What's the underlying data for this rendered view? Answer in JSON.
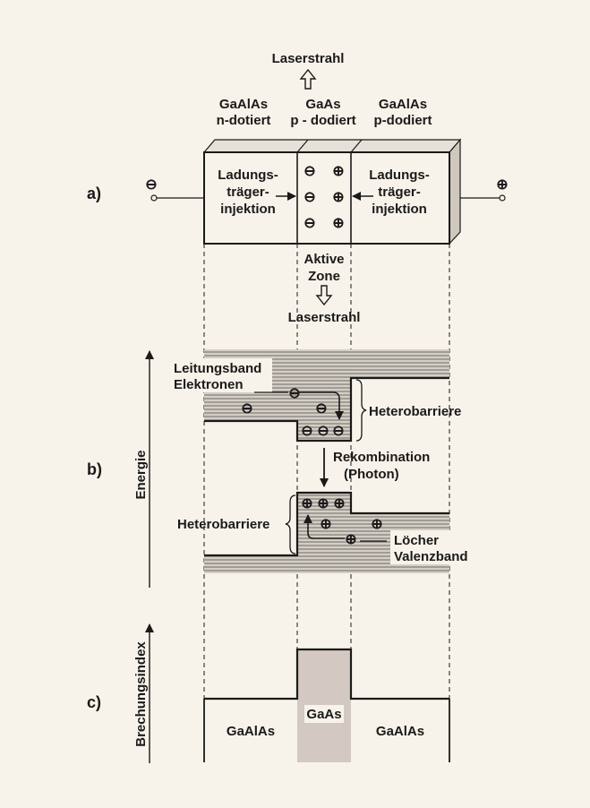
{
  "colors": {
    "background": "#f7f3ea",
    "ink": "#1a1a1a",
    "shade": "#c9c3b9",
    "active_zone_fill": "#d3c9c2"
  },
  "part_a": {
    "label": "a)",
    "laser_top": "Laserstrahl",
    "laser_bottom": "Laserstrahl",
    "col_left_l1": "GaAlAs",
    "col_left_l2": "n-dotiert",
    "col_mid_l1": "GaAs",
    "col_mid_l2": "p - dodiert",
    "col_right_l1": "GaAlAs",
    "col_right_l2": "p-dodiert",
    "inj_left_l1": "Ladungs-",
    "inj_left_l2": "träger-",
    "inj_left_l3": "injektion",
    "inj_right_l1": "Ladungs-",
    "inj_right_l2": "träger-",
    "inj_right_l3": "injektion",
    "active_l1": "Aktive",
    "active_l2": "Zone",
    "minus": "⊖",
    "plus": "⊕"
  },
  "part_b": {
    "label": "b)",
    "axis": "Energie",
    "conduction_l1": "Leitungsband",
    "conduction_l2": "Elektronen",
    "heterobarrier_right": "Heterobarriere",
    "recomb_l1": "Rekombination",
    "recomb_l2": "(Photon)",
    "heterobarrier_left": "Heterobarriere",
    "holes_l1": "Löcher",
    "holes_l2": "Valenzband"
  },
  "part_c": {
    "label": "c)",
    "axis": "Brechungsindex",
    "left": "GaAlAs",
    "mid": "GaAs",
    "right": "GaAlAs"
  }
}
